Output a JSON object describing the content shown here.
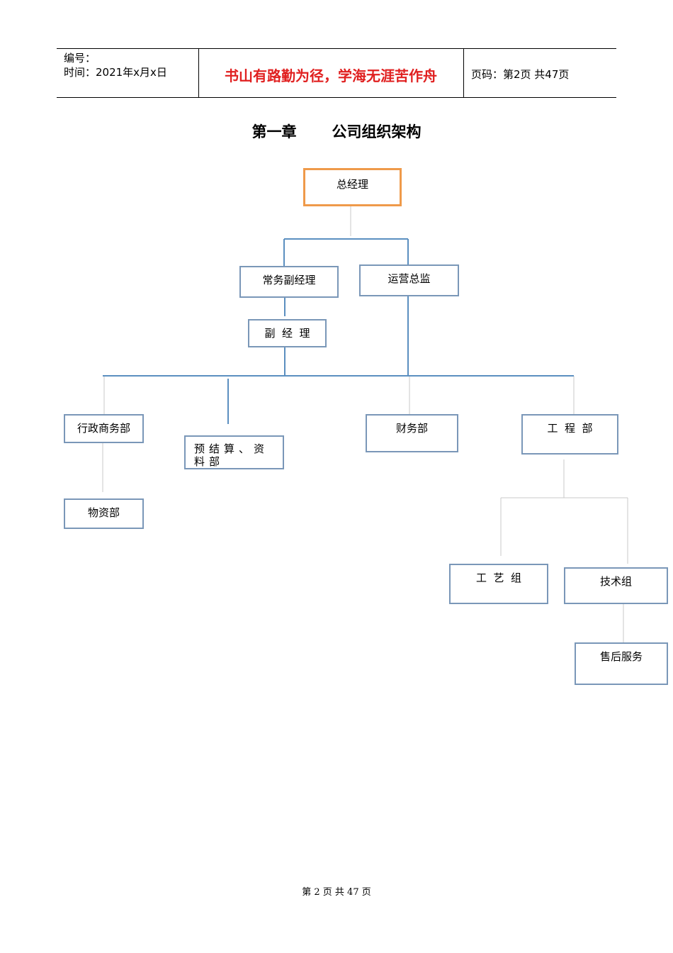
{
  "header": {
    "number_label": "编号：",
    "date_label": "时间：2021年x月x日",
    "motto": "书山有路勤为径，学海无涯苦作舟",
    "page_info": "页码：第2页  共47页"
  },
  "title": {
    "chapter": "第一章",
    "name": "公司组织架构"
  },
  "org": {
    "general_manager": "总经理",
    "executive_deputy_gm": "常务副经理",
    "operations_director": "运营总监",
    "deputy_manager": "副  经  理",
    "admin_business_dept": "行政商务部",
    "budget_settlement_dept": "预结算、资料部",
    "finance_dept": "财务部",
    "engineering_dept": "工  程  部",
    "materials_dept": "物资部",
    "process_group": "工  艺  组",
    "technical_group": "技术组",
    "after_sales": "售后服务"
  },
  "footer": {
    "page_text": "第 2 页 共 47 页"
  },
  "colors": {
    "box_border": "#7a97b8",
    "top_box_border": "#ef9a4a",
    "connector": "#5b8fc0",
    "motto": "#e02020"
  }
}
